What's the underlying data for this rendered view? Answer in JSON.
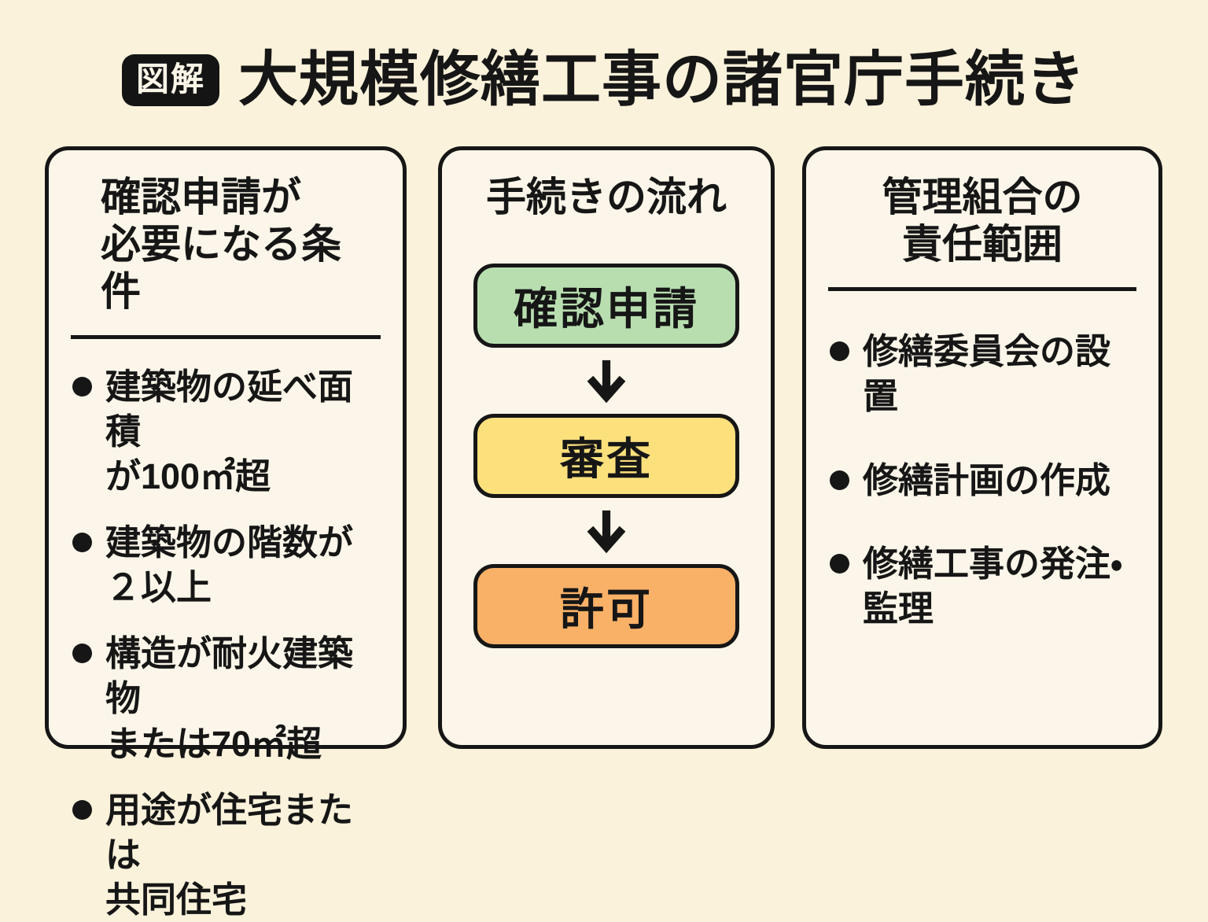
{
  "page": {
    "background_color": "#fbf2db",
    "card_background_color": "#fbf6e9",
    "ink_color": "#161616"
  },
  "header": {
    "badge_label": "図解",
    "title": "大規模修繕工事の諸官庁手続き"
  },
  "conditions_card": {
    "title_lines": [
      "確認申請が",
      "必要になる条件"
    ],
    "bullets": [
      {
        "lines": [
          "建築物の延べ面積",
          "が100㎡超"
        ]
      },
      {
        "lines": [
          "建築物の階数が",
          "２以上"
        ]
      },
      {
        "lines": [
          "構造が耐火建築物",
          "または70㎡超"
        ]
      },
      {
        "lines": [
          "用途が住宅または",
          "共同住宅"
        ]
      }
    ]
  },
  "flow_card": {
    "title": "手続きの流れ",
    "steps": [
      {
        "id": "confirmation-application",
        "label": "確認申請",
        "color": "#b8deb0"
      },
      {
        "id": "review",
        "label": "審査",
        "color": "#fbe07c"
      },
      {
        "id": "approval",
        "label": "許可",
        "color": "#f9b167"
      }
    ]
  },
  "responsibilities_card": {
    "title_lines": [
      "管理組合の",
      "責任範囲"
    ],
    "bullets": [
      {
        "lines": [
          "修繕委員会の設置"
        ]
      },
      {
        "lines": [
          "修繕計画の作成"
        ]
      },
      {
        "lines": [
          "修繕工事の発注・",
          "監理"
        ]
      }
    ]
  }
}
